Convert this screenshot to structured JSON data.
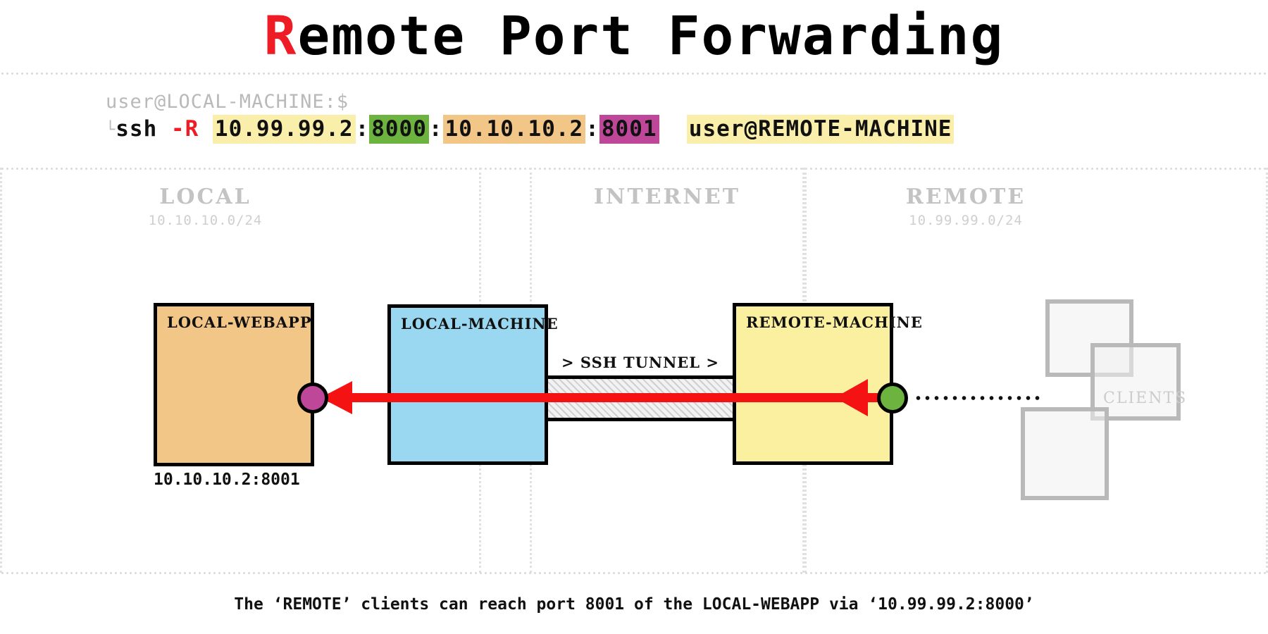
{
  "title": {
    "accent_letter": "R",
    "rest": "emote Port Forwarding",
    "accent_color": "#ee1c25"
  },
  "command": {
    "prompt": "user@LOCAL-MACHINE:$",
    "corner_icon": "└",
    "binary": "ssh",
    "flag": "-R",
    "flag_color": "#ee1c25",
    "bind_address": "10.99.99.2",
    "bind_port": "8000",
    "target_host": "10.10.10.2",
    "target_port": "8001",
    "destination": "user@REMOTE-MACHINE",
    "colon1": ":",
    "colon2": ":",
    "highlight_colors": {
      "yellow": "#faeeab",
      "green": "#6cb33f",
      "orange": "#f2c687",
      "magenta": "#bf4799"
    }
  },
  "zones": [
    {
      "name": "LOCAL",
      "subnet": "10.10.10.0/24"
    },
    {
      "name": "INTERNET",
      "subnet": ""
    },
    {
      "name": "REMOTE",
      "subnet": "10.99.99.0/24"
    }
  ],
  "diagram": {
    "webapp": {
      "label": "LOCAL-WEBAPP",
      "address": "10.10.10.2:8001",
      "fill": "#f2c687",
      "port_color": "#bf4799"
    },
    "local_machine": {
      "label": "LOCAL-MACHINE",
      "fill": "#9ad7f0"
    },
    "remote_machine": {
      "label": "REMOTE-MACHINE",
      "fill": "#faf0a0",
      "port_color": "#6cb33f"
    },
    "tunnel": {
      "label": "> SSH TUNNEL >"
    },
    "clients": {
      "label": "CLIENTS",
      "count": 3
    },
    "arrow_color": "#f41212"
  },
  "footer": {
    "text": "The ‘REMOTE’ clients can reach port 8001 of the LOCAL-WEBAPP via ‘10.99.99.2:8000’"
  }
}
